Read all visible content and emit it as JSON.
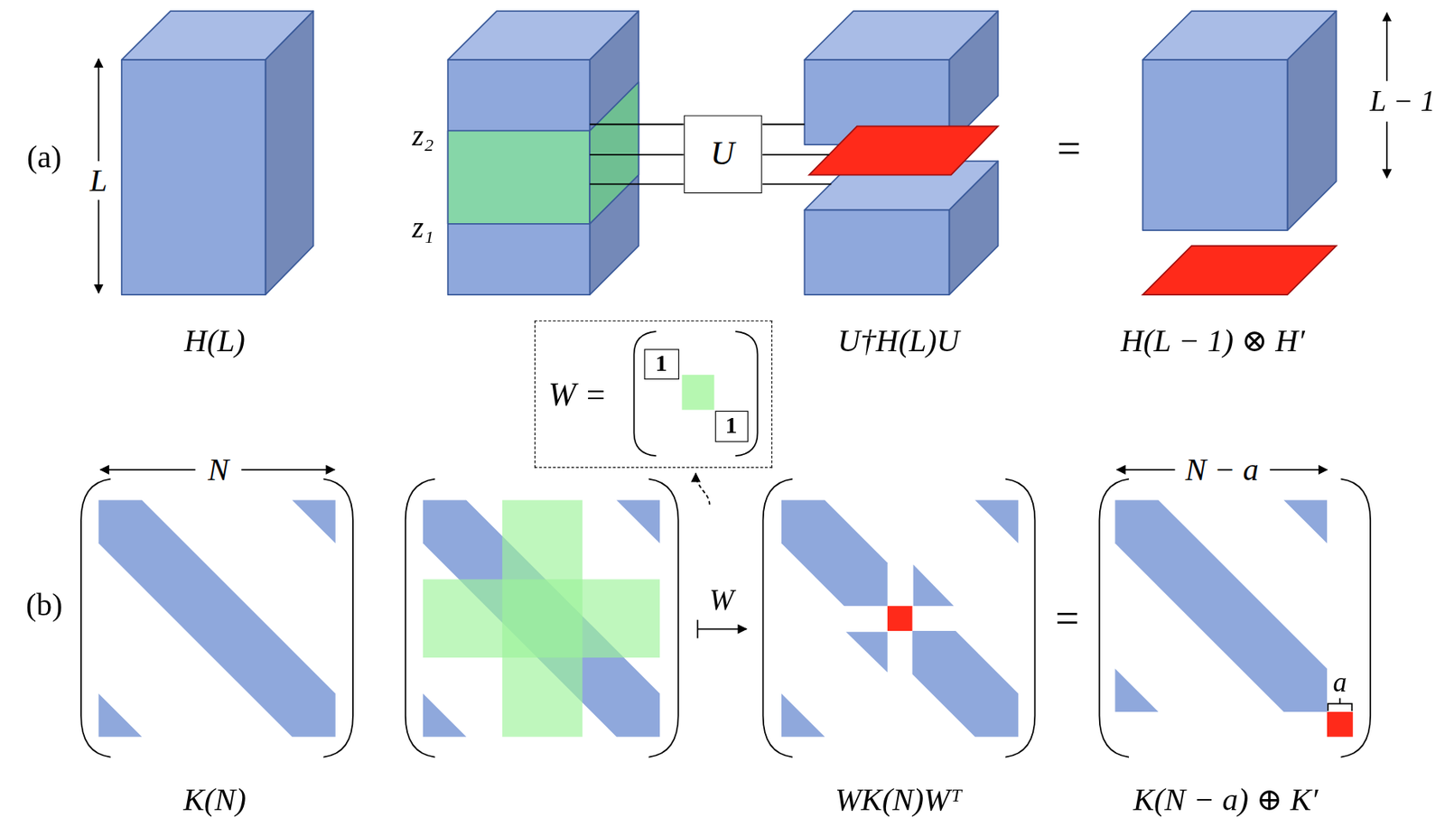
{
  "diagram": {
    "nodes": [
      {
        "text": [
          "U"
        ]
      },
      {
        "text": [
          "W ="
        ]
      },
      {
        "text": [
          "1"
        ],
        "in": 1
      },
      {
        "text": [
          "1"
        ],
        "in": 1
      }
    ],
    "labels": [
      "(a)",
      "L",
      "z₂",
      "z₁",
      "=",
      "L − 1",
      "H(L)",
      "U†H(L)U",
      "H(L − 1) ⊗ H′",
      "(b)",
      "N",
      "W",
      "=",
      "N − a",
      "a",
      "K(N)",
      "WK(N)Wᵀ",
      "K(N − a) ⊕ K′"
    ]
  }
}
